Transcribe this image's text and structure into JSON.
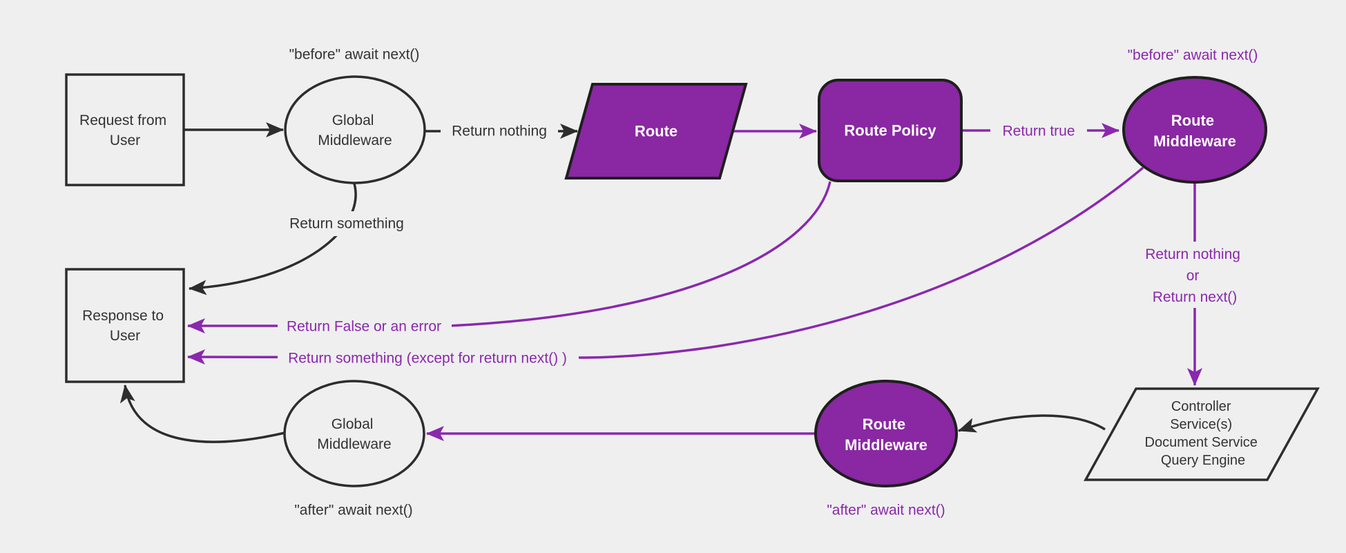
{
  "colors": {
    "background": "#efefef",
    "dark": "#2d2d2d",
    "text_dark": "#333333",
    "purple": "#8a28ad",
    "purple_fill": "#8a27a3",
    "shape_outline": "#1f1f1f",
    "node_text_light": "#ffffff"
  },
  "nodes": {
    "request": {
      "lines": [
        "Request from",
        "User"
      ]
    },
    "global_middleware_top": {
      "lines": [
        "Global",
        "Middleware"
      ]
    },
    "route": {
      "label": "Route"
    },
    "route_policy": {
      "label": "Route Policy"
    },
    "route_middleware_top": {
      "lines": [
        "Route",
        "Middleware"
      ]
    },
    "controller": {
      "lines": [
        "Controller",
        "Service(s)",
        "Document Service",
        "Query Engine"
      ]
    },
    "route_middleware_bottom": {
      "lines": [
        "Route",
        "Middleware"
      ]
    },
    "global_middleware_bottom": {
      "lines": [
        "Global",
        "Middleware"
      ]
    },
    "response": {
      "lines": [
        "Response to",
        "User"
      ]
    }
  },
  "edge_labels": {
    "before_await_next_global": "\"before\" await next()",
    "return_nothing": "Return nothing",
    "return_true": "Return true",
    "before_await_next_route": "\"before\" await next()",
    "return_nothing_or": {
      "lines": [
        "Return nothing",
        "or",
        "Return next()"
      ]
    },
    "return_something": "Return something",
    "return_false_or_error": "Return False or an error",
    "return_something_except": "Return something (except for return next() )",
    "after_await_next_route": "\"after\" await next()",
    "after_await_next_global": "\"after\" await next()"
  }
}
